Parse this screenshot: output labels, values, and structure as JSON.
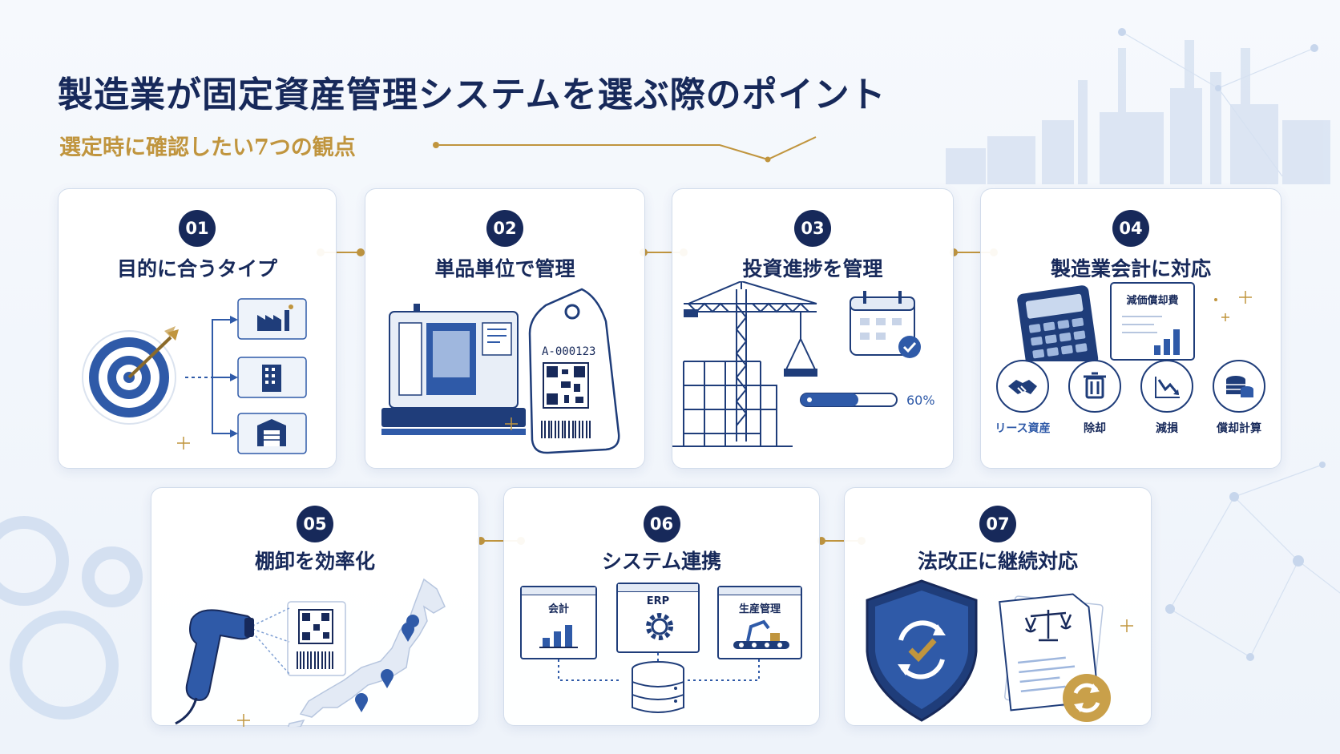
{
  "title": "製造業が固定資産管理システムを選ぶ際のポイント",
  "subtitle": "選定時に確認したい7つの観点",
  "colors": {
    "navy": "#17295a",
    "blue": "#2f5aa8",
    "gold": "#c0953e",
    "light_blue": "#dfe8f6"
  },
  "cards": [
    {
      "number": "01",
      "title": "目的に合うタイプ",
      "icons": [
        "target-icon",
        "factory-icon",
        "building-icon",
        "warehouse-icon"
      ]
    },
    {
      "number": "02",
      "title": "単品単位で管理",
      "tag_code": "A-000123",
      "icons": [
        "machine-icon",
        "qr-tag-icon"
      ]
    },
    {
      "number": "03",
      "title": "投資進捗を管理",
      "progress_percent": 60,
      "progress_label": "60%",
      "icons": [
        "crane-icon",
        "calendar-icon"
      ]
    },
    {
      "number": "04",
      "title": "製造業会計に対応",
      "doc_label": "減価償却費",
      "items": [
        {
          "label": "リース資産",
          "icon": "handshake-icon"
        },
        {
          "label": "除却",
          "icon": "trash-icon"
        },
        {
          "label": "減損",
          "icon": "decline-chart-icon"
        },
        {
          "label": "償却計算",
          "icon": "coins-icon"
        }
      ]
    },
    {
      "number": "05",
      "title": "棚卸を効率化",
      "icons": [
        "barcode-scanner-icon",
        "japan-map-icon"
      ]
    },
    {
      "number": "06",
      "title": "システム連携",
      "systems": [
        {
          "label": "会計",
          "icon": "bar-chart-icon"
        },
        {
          "label": "ERP",
          "icon": "gear-icon"
        },
        {
          "label": "生産管理",
          "icon": "robot-arm-icon"
        }
      ]
    },
    {
      "number": "07",
      "title": "法改正に継続対応",
      "icons": [
        "shield-check-icon",
        "law-document-icon",
        "refresh-icon"
      ]
    }
  ]
}
